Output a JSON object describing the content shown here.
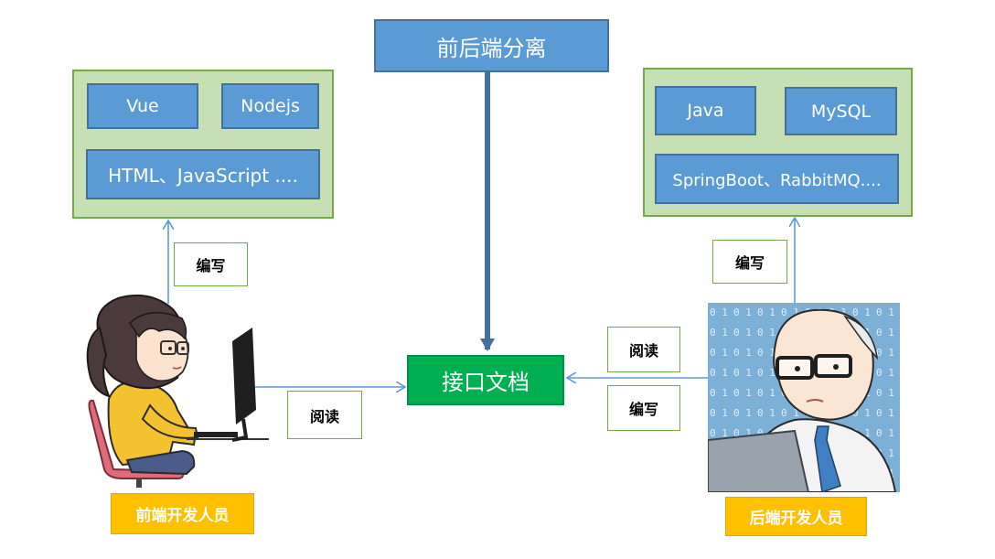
{
  "title": "前后端分离",
  "api_doc": "接口文档",
  "frontend": {
    "stack": [
      "Vue",
      "Nodejs"
    ],
    "stack_wide": "HTML、JavaScript ....",
    "write_label": "编写",
    "read_label": "阅读",
    "role": "前端开发人员"
  },
  "backend": {
    "stack": [
      "Java",
      "MySQL"
    ],
    "stack_wide": "SpringBoot、RabbitMQ....",
    "write_label": "编写",
    "read_label": "阅读",
    "write_doc_label": "编写",
    "role": "后端开发人员"
  },
  "colors": {
    "panel_fill": "#c6e0b4",
    "panel_border": "#70ad47",
    "tech_box": "#5b9bd5",
    "api_doc": "#00b050",
    "role_badge": "#ffc000",
    "arrow": "#5b9bd5"
  },
  "illustrations": [
    "frontend-developer-girl-illustration",
    "backend-developer-man-illustration"
  ]
}
